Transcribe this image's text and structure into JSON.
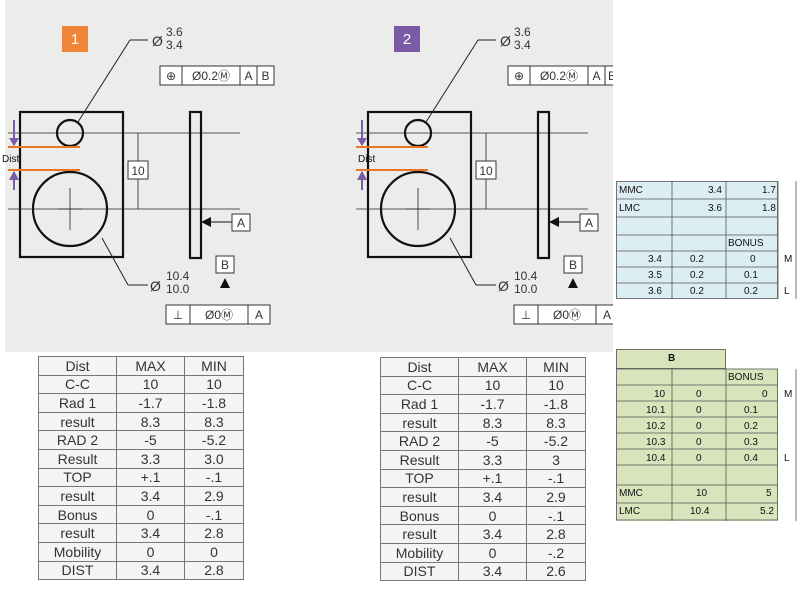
{
  "badges": [
    {
      "text": "1",
      "color": "#f0853a"
    },
    {
      "text": "2",
      "color": "#7b5aa6"
    }
  ],
  "drawing": {
    "hole_dia_top": "3.6",
    "hole_dia_bot": "3.4",
    "bore_dia_top": "10.4",
    "bore_dia_bot": "10.0",
    "dim_10": "10",
    "dist_label": "Dist",
    "datum_a": "A",
    "datum_b": "B",
    "fcf1": [
      "⊕",
      "Ø0.2Ⓜ",
      "A",
      "B"
    ],
    "fcf2": [
      "⊕",
      "Ø0.2Ⓜ",
      "A",
      "BⓂ"
    ],
    "perp": [
      "⊥",
      "Ø0Ⓜ",
      "A"
    ]
  },
  "table1": [
    [
      "Dist",
      "MAX",
      "MIN"
    ],
    [
      "C-C",
      "10",
      "10"
    ],
    [
      "Rad 1",
      "-1.7",
      "-1.8"
    ],
    [
      "result",
      "8.3",
      "8.3"
    ],
    [
      "RAD 2",
      "-5",
      "-5.2"
    ],
    [
      "Result",
      "3.3",
      "3.0"
    ],
    [
      "TOP",
      "+.1",
      "-.1"
    ],
    [
      "result",
      "3.4",
      "2.9"
    ],
    [
      "Bonus",
      "0",
      "-.1"
    ],
    [
      "result",
      "3.4",
      "2.8"
    ],
    [
      "Mobility",
      "0",
      "0"
    ],
    [
      "DIST",
      "3.4",
      "2.8"
    ]
  ],
  "table2": [
    [
      "Dist",
      "MAX",
      "MIN"
    ],
    [
      "C-C",
      "10",
      "10"
    ],
    [
      "Rad 1",
      "-1.7",
      "-1.8"
    ],
    [
      "result",
      "8.3",
      "8.3"
    ],
    [
      "RAD 2",
      "-5",
      "-5.2"
    ],
    [
      "Result",
      "3.3",
      "3"
    ],
    [
      "TOP",
      "+.1",
      "-.1"
    ],
    [
      "result",
      "3.4",
      "2.9"
    ],
    [
      "Bonus",
      "0",
      "-.1"
    ],
    [
      "result",
      "3.4",
      "2.8"
    ],
    [
      "Mobility",
      "0",
      "-.2"
    ],
    [
      "DIST",
      "3.4",
      "2.6"
    ]
  ],
  "sheet1": {
    "mmc_label": "MMC",
    "mmc_1": "3.4",
    "mmc_2": "1.7",
    "lmc_label": "LMC",
    "lmc_1": "3.6",
    "lmc_2": "1.8",
    "bonus_header": "BONUS",
    "rows": [
      [
        "3.4",
        "0.2",
        "0",
        "M"
      ],
      [
        "3.5",
        "0.2",
        "0.1",
        ""
      ],
      [
        "3.6",
        "0.2",
        "0.2",
        "L"
      ]
    ]
  },
  "sheet2": {
    "title": "B",
    "bonus_header": "BONUS",
    "rows": [
      [
        "10",
        "0",
        "0",
        "M"
      ],
      [
        "10.1",
        "0",
        "0.1",
        ""
      ],
      [
        "10.2",
        "0",
        "0.2",
        ""
      ],
      [
        "10.3",
        "0",
        "0.3",
        ""
      ],
      [
        "10.4",
        "0",
        "0.4",
        "L"
      ]
    ],
    "mmc_label": "MMC",
    "mmc_1": "10",
    "mmc_2": "5",
    "lmc_label": "LMC",
    "lmc_1": "10.4",
    "lmc_2": "5.2"
  },
  "colors": {
    "sheet1_fill": "#dbeef4",
    "sheet2_fill": "#d8e4bc",
    "dist_line": "#e8762a",
    "arrow": "#7b5aa6"
  }
}
